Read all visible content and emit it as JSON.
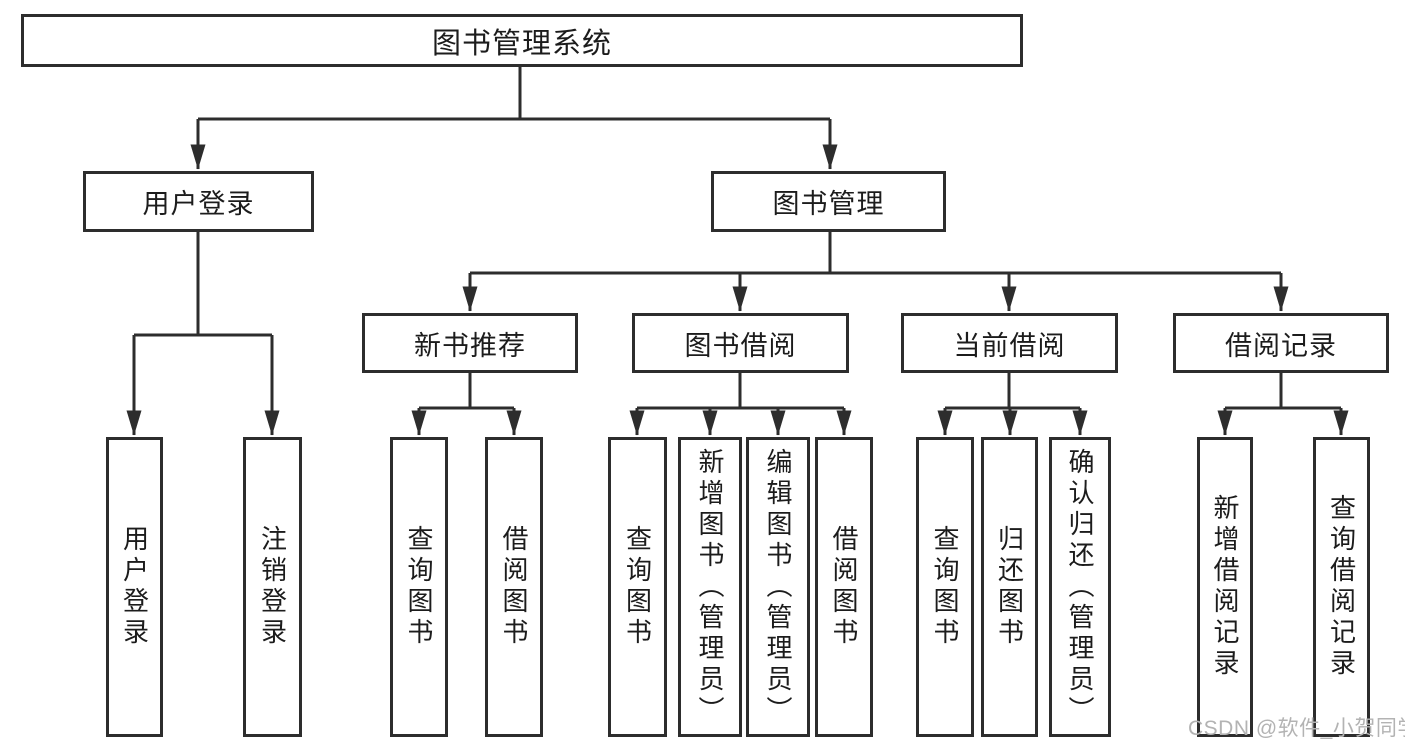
{
  "diagram_type": "tree",
  "colors": {
    "line": "#2d2d2d",
    "box_border": "#2d2d2d",
    "box_fill": "#ffffff",
    "text": "#1c1c1c",
    "watermark": "#b3b3b3",
    "background": "#ffffff"
  },
  "tree": {
    "root": {
      "label": "图书管理系统",
      "children": [
        {
          "label": "用户登录",
          "children": [
            {
              "label": "用户登录"
            },
            {
              "label": "注销登录"
            }
          ]
        },
        {
          "label": "图书管理",
          "children": [
            {
              "label": "新书推荐",
              "children": [
                {
                  "label": "查询图书"
                },
                {
                  "label": "借阅图书"
                }
              ]
            },
            {
              "label": "图书借阅",
              "children": [
                {
                  "label": "查询图书"
                },
                {
                  "label": "新增图书（管理员）"
                },
                {
                  "label": "编辑图书（管理员）"
                },
                {
                  "label": "借阅图书"
                }
              ]
            },
            {
              "label": "当前借阅",
              "children": [
                {
                  "label": "查询图书"
                },
                {
                  "label": "归还图书"
                },
                {
                  "label": "确认归还（管理员）"
                }
              ]
            },
            {
              "label": "借阅记录",
              "children": [
                {
                  "label": "新增借阅记录"
                },
                {
                  "label": "查询借阅记录"
                }
              ]
            }
          ]
        }
      ]
    }
  },
  "watermark": {
    "text": "CSDN @软件_小贺同学"
  }
}
